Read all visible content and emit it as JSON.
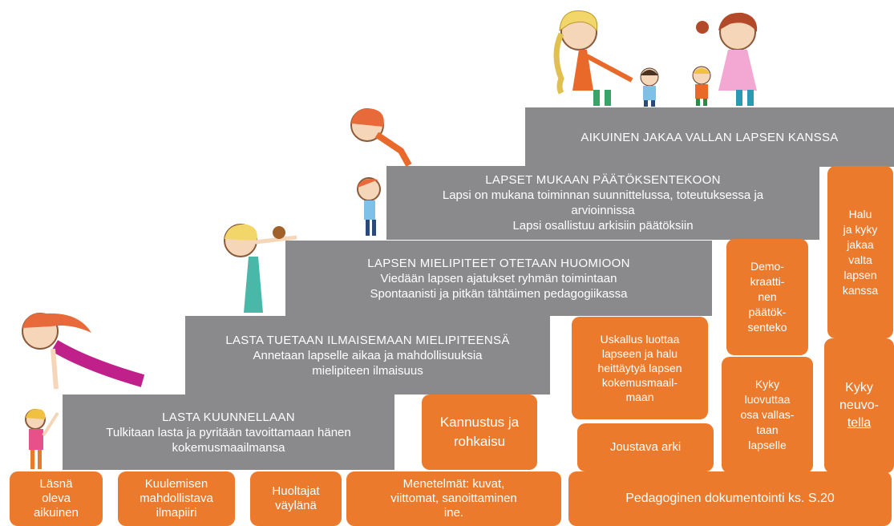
{
  "steps": [
    {
      "title": "AIKUINEN JAKAA VALLAN LAPSEN KANSSA",
      "lines": []
    },
    {
      "title": "LAPSET MUKAAN PÄÄTÖKSENTEKOON",
      "lines": [
        "Lapsi on mukana toiminnan suunnittelussa, toteutuksessa ja",
        "arvioinnissa",
        "Lapsi osallistuu arkisiin päätöksiin"
      ]
    },
    {
      "title": "LAPSEN MIELIPITEET OTETAAN HUOMIOON",
      "lines": [
        "Viedään lapsen ajatukset ryhmän toimintaan",
        "Spontaanisti ja pitkän tähtäimen pedagogiikassa"
      ]
    },
    {
      "title": "LASTA TUETAAN ILMAISEMAAN MIELIPITEENSÄ",
      "lines": [
        "Annetaan lapselle aikaa ja mahdollisuuksia",
        "mielipiteen ilmaisuus"
      ]
    },
    {
      "title": "LASTA KUUNNELLAAN",
      "lines": [
        "Tulkitaan lasta ja pyritään tavoittamaan hänen",
        "kokemusmaailmansa"
      ]
    }
  ],
  "boxes": {
    "lasna": "Läsnä\noleva\naikuinen",
    "kuulemisen": "Kuulemisen\nmahdollistava\nilmapiiri",
    "huoltajat": "Huoltajat\nväylänä",
    "menetelmat": "Menetelmät: kuvat,\nviittomat, sanoittaminen\nine.",
    "pedagoginen": "Pedagoginen dokumentointi ks. S.20",
    "kannustus": "Kannustus ja\nrohkaisu",
    "uskallus": "Uskallus luottaa\nlapseen ja halu\nheittäytyä lapsen\nkokemusmaail-\nmaan",
    "joustava": "Joustava arki",
    "kyky_luovuttaa": "Kyky\nluovuttaa\nosa vallas-\ntaan\nlapselle",
    "demokraattinen": "Demo-\nkraatti-\nnen\npäätök-\nsenteko",
    "halu": "Halu\nja kyky\njakaa\nvalta\nlapsen\nkanssa",
    "kyky_neuvotella_1": "Kyky",
    "kyky_neuvotella_2": "neuvo-",
    "kyky_neuvotella_3": "tella"
  },
  "colors": {
    "step": "#8a8a8d",
    "box": "#ec7a2c"
  }
}
